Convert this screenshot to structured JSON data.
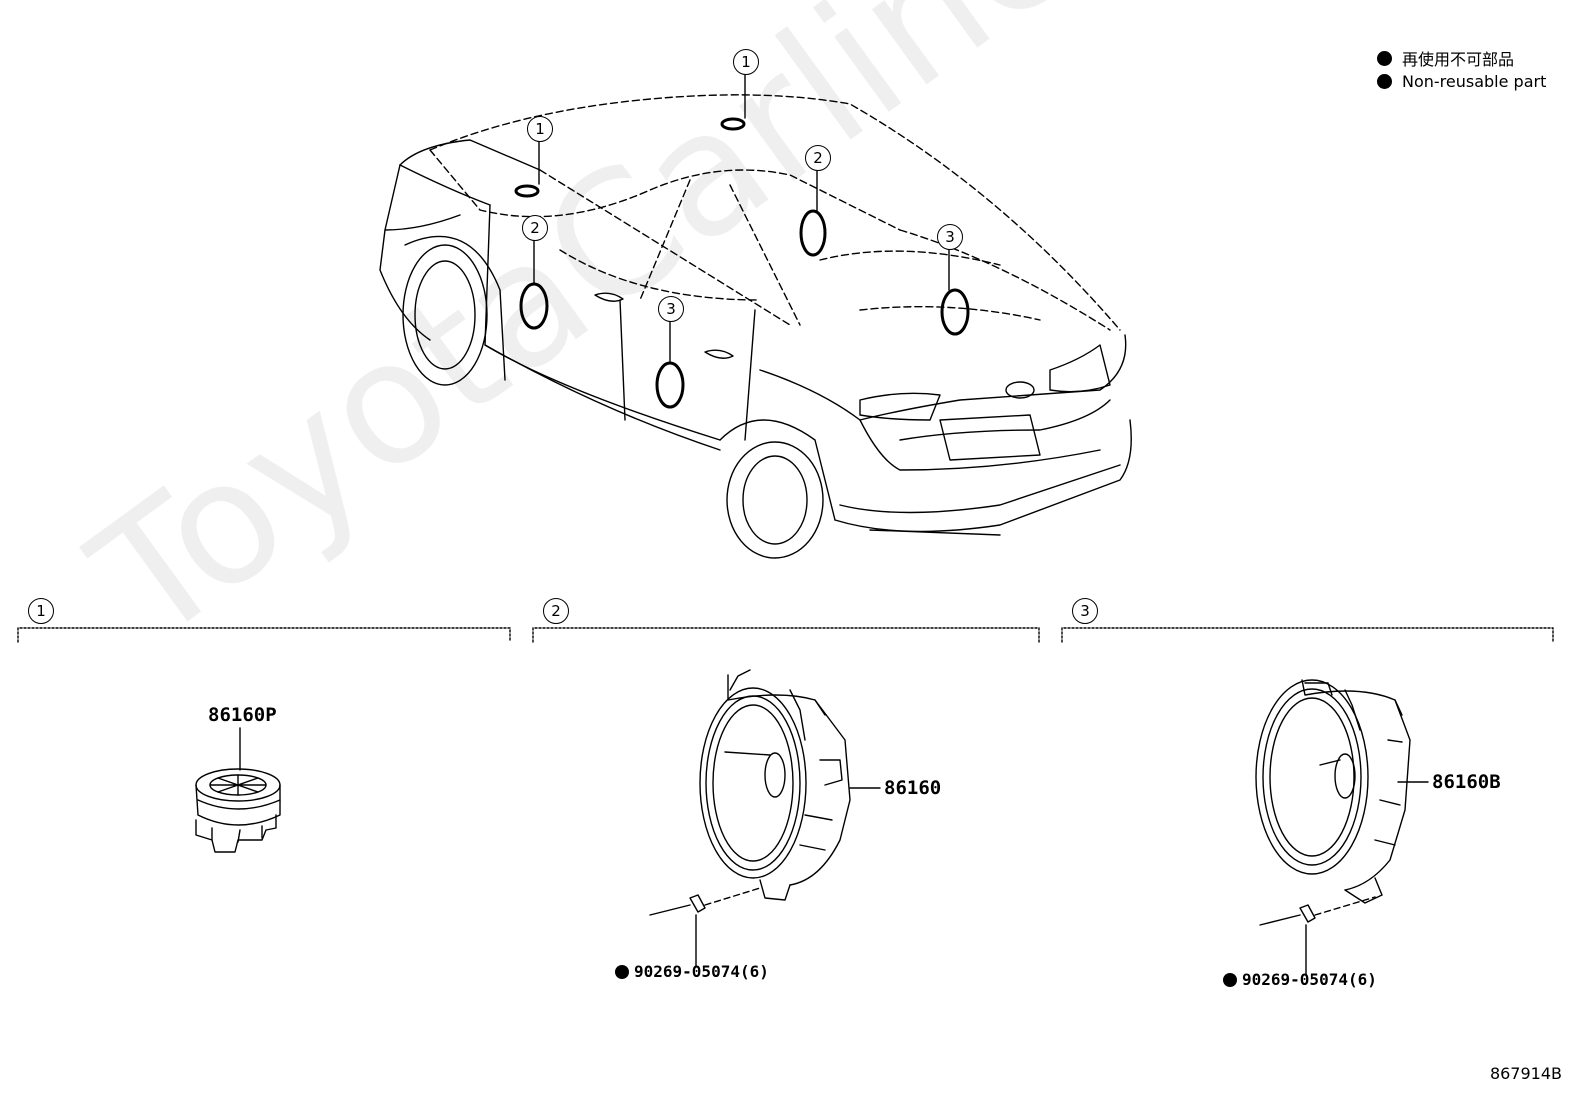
{
  "legend": {
    "items": [
      {
        "label": "再使用不可部品"
      },
      {
        "label": "Non-reusable part"
      }
    ]
  },
  "callouts": [
    "1",
    "2",
    "3"
  ],
  "groups": [
    {
      "number": "1",
      "parts": [
        {
          "part_no": "86160P"
        }
      ]
    },
    {
      "number": "2",
      "parts": [
        {
          "part_no": "86160"
        },
        {
          "part_no": "90269-05074(6)",
          "non_reusable": true
        }
      ]
    },
    {
      "number": "3",
      "parts": [
        {
          "part_no": "86160B"
        },
        {
          "part_no": "90269-05074(6)",
          "non_reusable": true
        }
      ]
    }
  ],
  "watermark": "ToyotaCarline.ru",
  "figure_number": "867914B"
}
